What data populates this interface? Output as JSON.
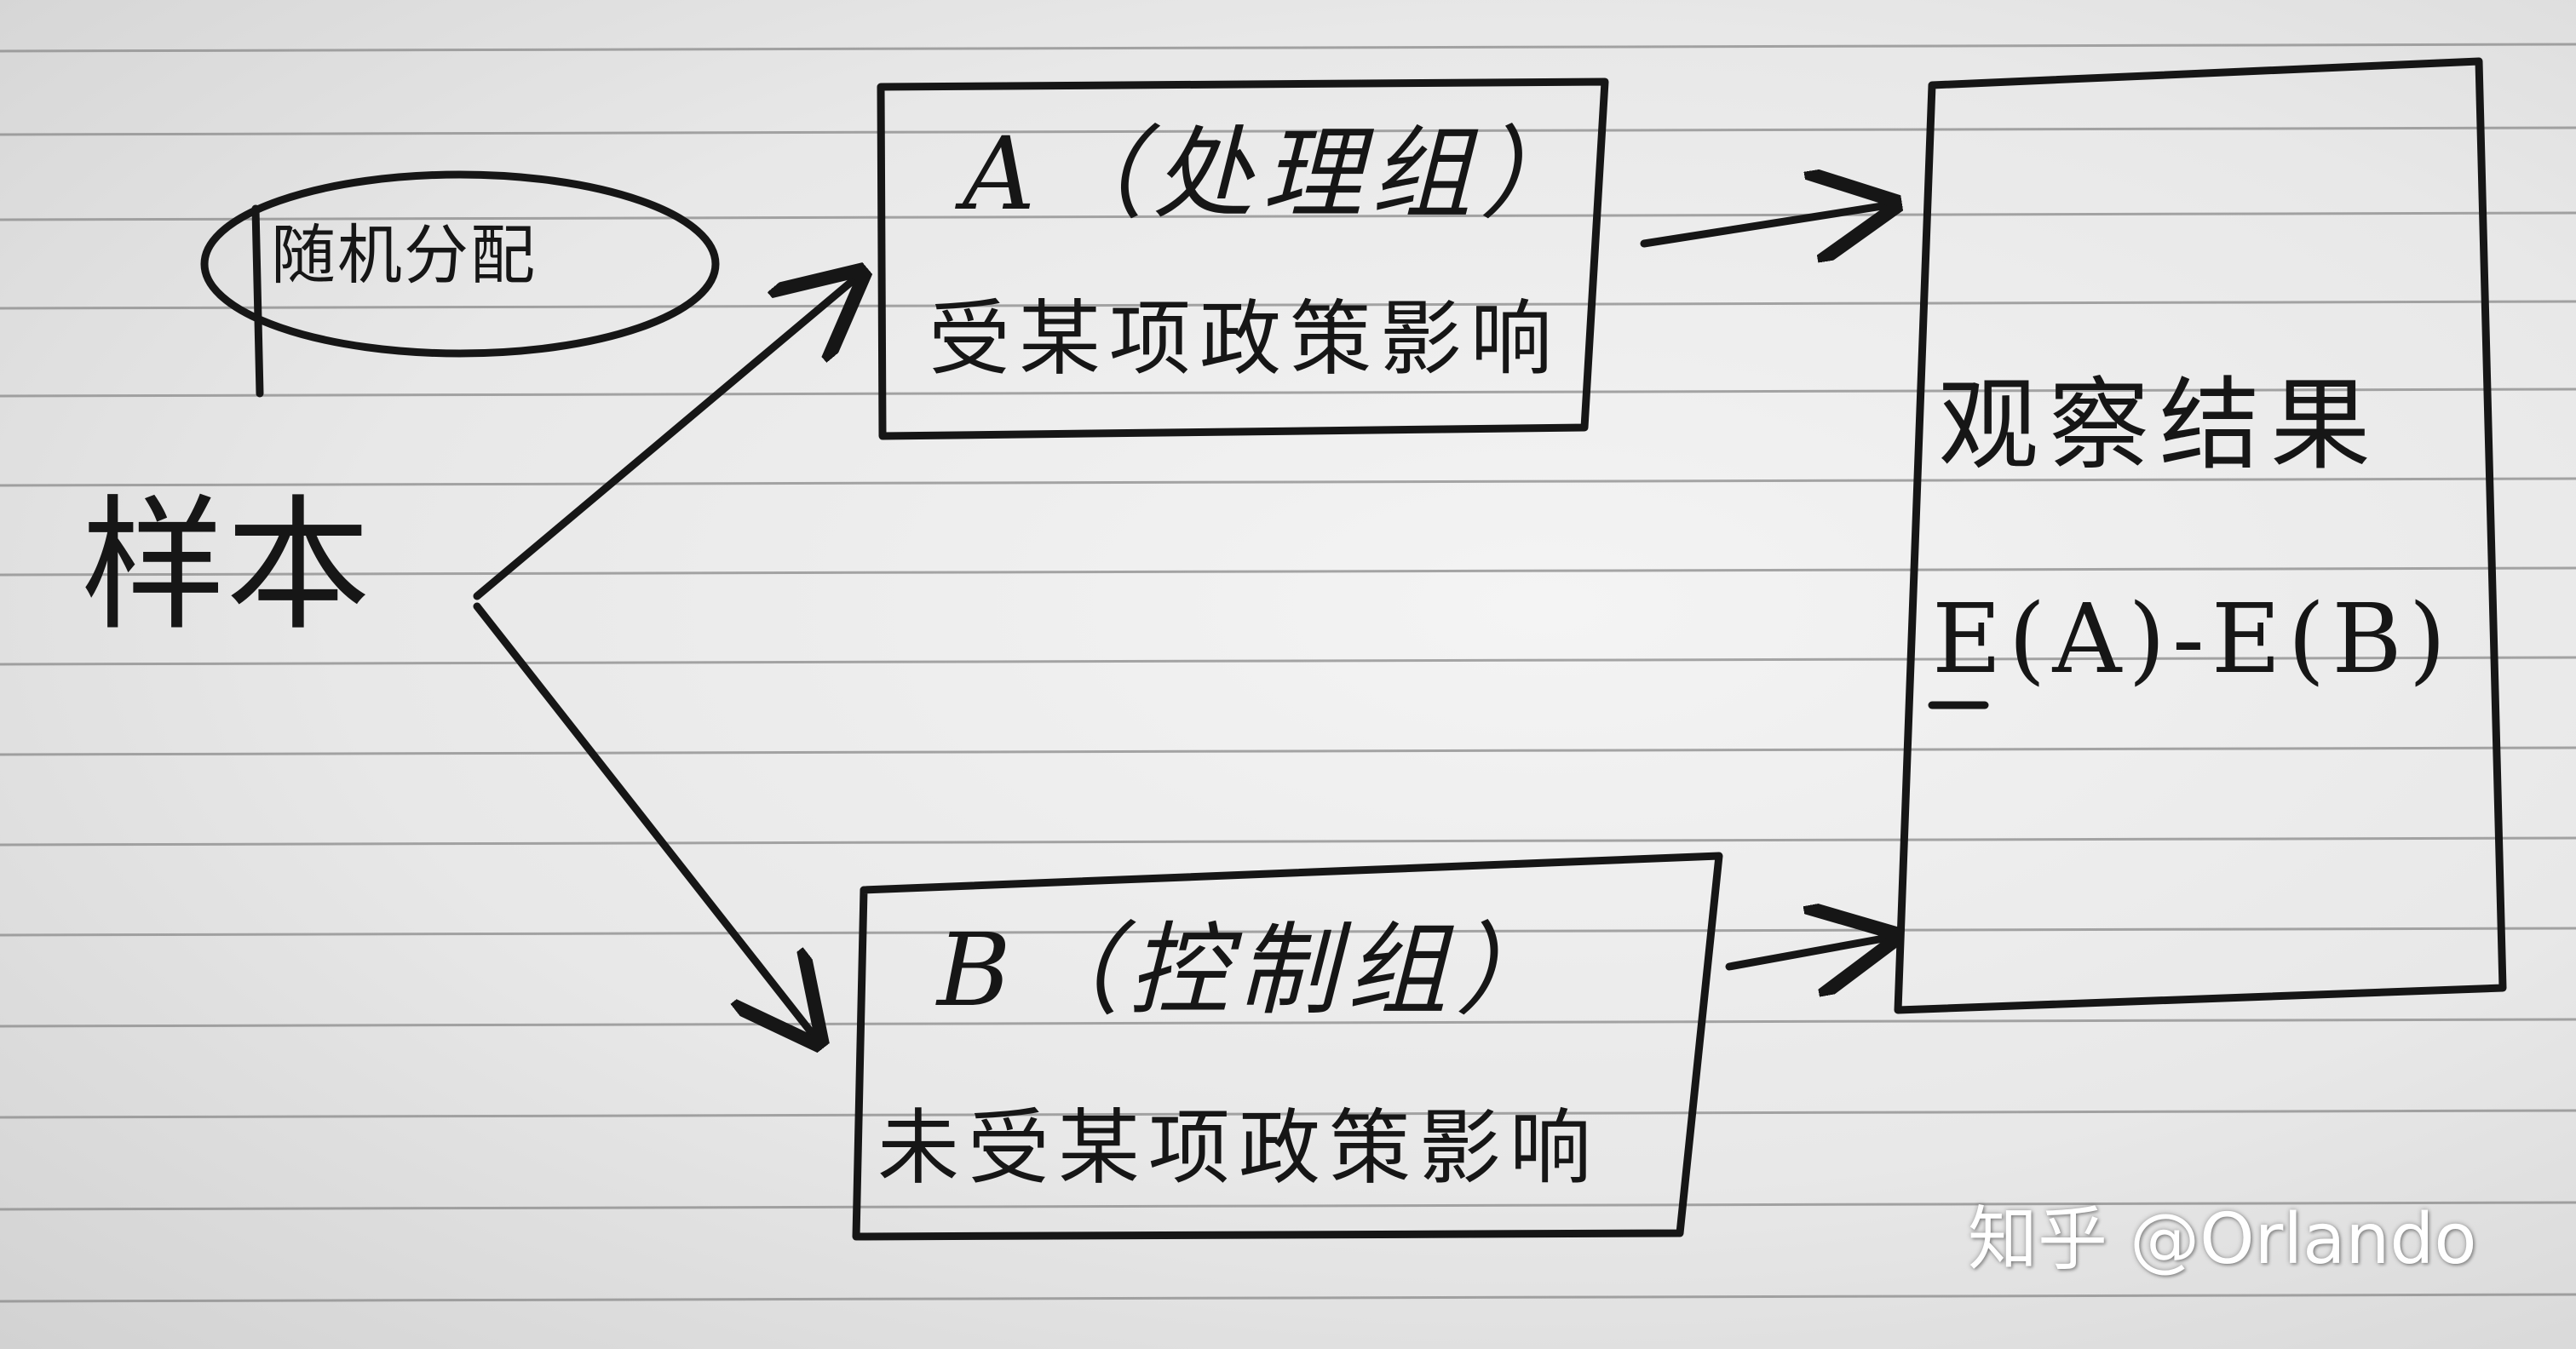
{
  "diagram": {
    "sample": "样本",
    "random_assignment": "随机分配",
    "group_a": {
      "title": "A（处理组）",
      "description": "受某项政策影响"
    },
    "group_b": {
      "title": "B（控制组）",
      "description": "未受某项政策影响"
    },
    "result": {
      "title": "观察结果",
      "formula": "E(A)-E(B)"
    }
  },
  "watermark": "知乎 @Orlando",
  "colors": {
    "ink": "#161616",
    "paper": "#ececec",
    "ruled_line": "#8a8a8a"
  }
}
